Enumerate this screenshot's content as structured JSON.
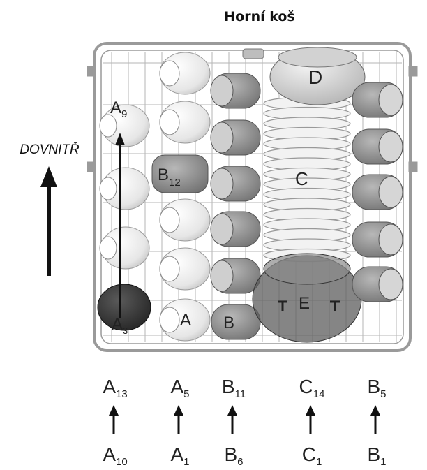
{
  "title": "Horní koš",
  "direction_label": "DOVNITŘ",
  "basket_labels": {
    "a9": {
      "main": "A",
      "sub": "9"
    },
    "a3": {
      "main": "A",
      "sub": "3"
    },
    "b12": {
      "main": "B",
      "sub": "12"
    },
    "a": "A",
    "b": "B",
    "c": "C",
    "d": "D",
    "e": "E"
  },
  "columns": [
    {
      "top": {
        "main": "A",
        "sub": "13"
      },
      "bottom": {
        "main": "A",
        "sub": "10"
      }
    },
    {
      "top": {
        "main": "A",
        "sub": "5"
      },
      "bottom": {
        "main": "A",
        "sub": "1"
      }
    },
    {
      "top": {
        "main": "B",
        "sub": "11"
      },
      "bottom": {
        "main": "B",
        "sub": "6"
      }
    },
    {
      "top": {
        "main": "C",
        "sub": "14"
      },
      "bottom": {
        "main": "C",
        "sub": "1"
      }
    },
    {
      "top": {
        "main": "B",
        "sub": "5"
      },
      "bottom": {
        "main": "B",
        "sub": "1"
      }
    }
  ],
  "colors": {
    "rack": "#9a9a9a",
    "cup": "#f1f1f1",
    "glass": "#8c8c8c",
    "dark": "#2e2e2e",
    "text": "#222222"
  }
}
